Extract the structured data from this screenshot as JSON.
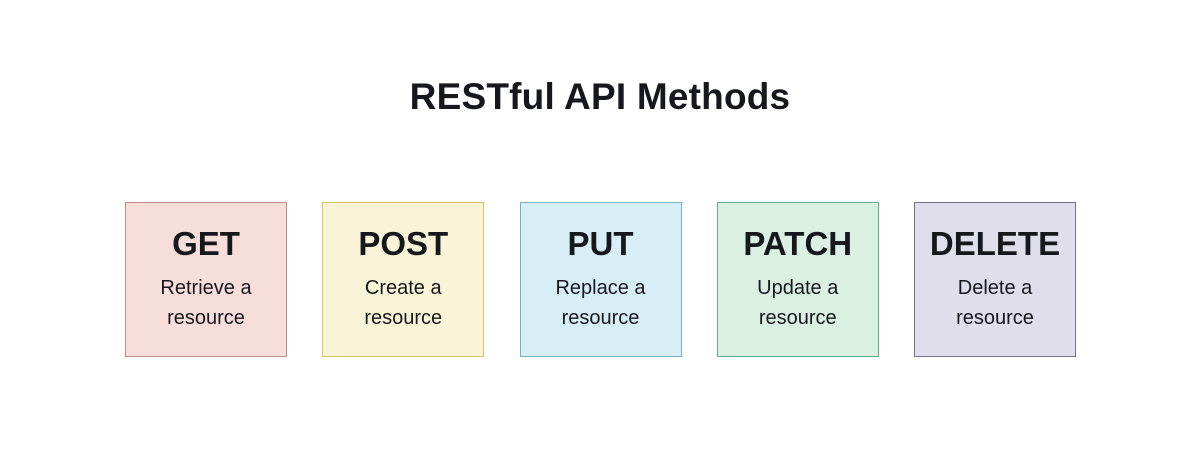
{
  "title": "RESTful API Methods",
  "colors": {
    "background": "#ffffff",
    "text": "#17181d"
  },
  "methods": [
    {
      "name": "GET",
      "description": "Retrieve a resource",
      "fill": "#f8dedb",
      "border": "#c18a85"
    },
    {
      "name": "POST",
      "description": "Create a resource",
      "fill": "#f9f4d7",
      "border": "#d6c561"
    },
    {
      "name": "PUT",
      "description": "Replace a resource",
      "fill": "#d8eef7",
      "border": "#74b2c8"
    },
    {
      "name": "PATCH",
      "description": "Update a resource",
      "fill": "#d9f0e3",
      "border": "#61ae8d"
    },
    {
      "name": "DELETE",
      "description": "Delete a resource",
      "fill": "#dfdeea",
      "border": "#72708c"
    }
  ]
}
